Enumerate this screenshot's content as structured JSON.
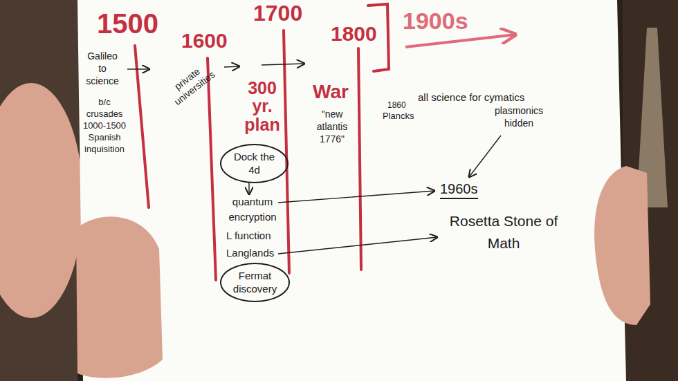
{
  "diagram": {
    "nodes": [
      {
        "text": [
          "Dock the 4d"
        ]
      },
      {
        "text": [
          "Fermat discovery"
        ]
      }
    ],
    "labels": [
      "1500",
      "1600",
      "1700",
      "1800",
      "1900s",
      "Galileo to science",
      "b/c crusades 1000-1500 Spanish inquisition",
      "private universities",
      "300 yr. plan",
      "War",
      "\"new atlantis 1776\"",
      "1860",
      "Plancks",
      "all science for cymatics",
      "plasmonics hidden",
      "quantum encryption",
      "L function",
      "Langlands",
      "1960s",
      "Rosetta Stone of Math"
    ]
  }
}
